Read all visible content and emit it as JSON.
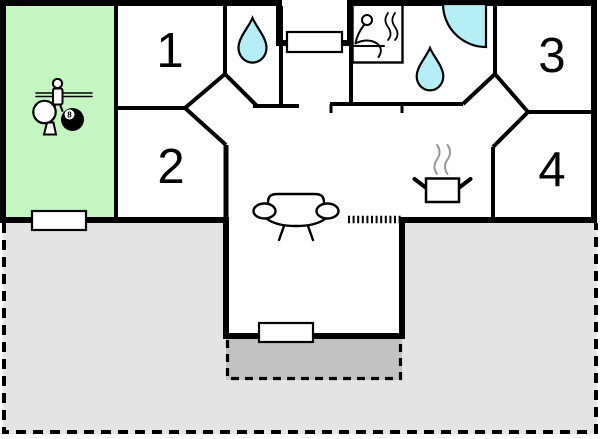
{
  "rooms": [
    {
      "label": "1"
    },
    {
      "label": "2"
    },
    {
      "label": "3"
    },
    {
      "label": "4"
    }
  ],
  "game_room": {
    "ball_label": "8"
  },
  "icons": [
    "table-football-player",
    "table-tennis-paddle",
    "eight-ball",
    "water-drop-small-bathroom",
    "water-drop-large-bathroom",
    "corner-shower",
    "sauna-person-with-steam",
    "cooking-pot-with-steam",
    "sofa",
    "radiator-hatch",
    "entry-door",
    "window"
  ],
  "colors": {
    "room_green": "#c5f6c2",
    "water_cyan": "#b5eef5",
    "terrace_light": "#e5e4e4",
    "patio_dark": "#c2c2c2",
    "wall_black": "#000000",
    "steam_gray": "#999999"
  }
}
